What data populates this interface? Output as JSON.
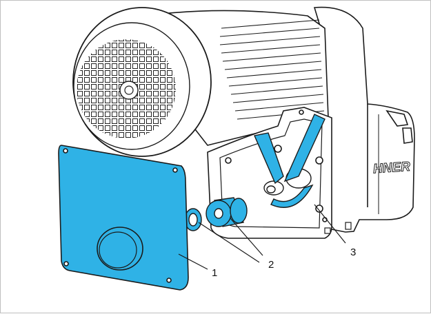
{
  "figure": {
    "labels": {
      "cover": "1",
      "adapters": "2",
      "belt": "3"
    },
    "brand_text": "HNER",
    "highlight_color": "#2fb2e6",
    "line_color": "#1a1a1a"
  }
}
